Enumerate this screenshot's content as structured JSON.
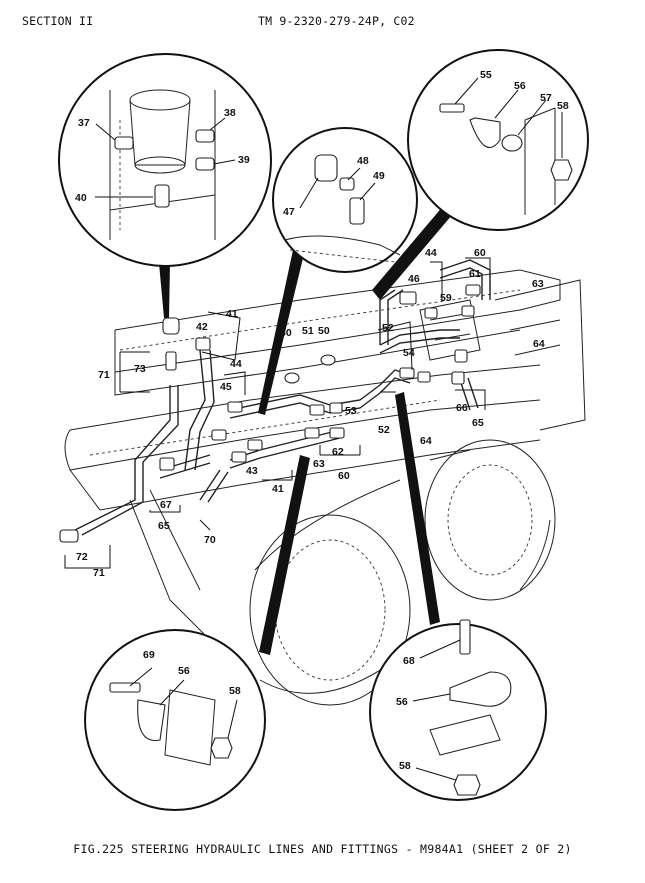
{
  "header": {
    "section": "SECTION II",
    "manual": "TM 9-2320-279-24P, C02"
  },
  "caption": "FIG.225 STEERING HYDRAULIC LINES AND FITTINGS - M984A1 (SHEET 2 OF 2)",
  "callouts": {
    "c37": "37",
    "c38": "38",
    "c39": "39",
    "c40": "40",
    "c47": "47",
    "c48": "48",
    "c49": "49",
    "c55": "55",
    "c56a": "56",
    "c57": "57",
    "c58a": "58",
    "c41a": "41",
    "c42": "42",
    "c71a": "71",
    "c73": "73",
    "c44a": "44",
    "c45": "45",
    "c50a": "50",
    "c51": "51",
    "c50b": "50",
    "c53": "53",
    "c52a": "52",
    "c54": "54",
    "c52b": "52",
    "c44b": "44",
    "c46": "46",
    "c60a": "60",
    "c61": "61",
    "c59": "59",
    "c63a": "63",
    "c64a": "64",
    "c66": "66",
    "c65a": "65",
    "c64b": "64",
    "c62": "62",
    "c63b": "63",
    "c60b": "60",
    "c43": "43",
    "c41b": "41",
    "c67": "67",
    "c65b": "65",
    "c70": "70",
    "c72": "72",
    "c71b": "71",
    "c69": "69",
    "c56b": "56",
    "c58b": "58",
    "c68": "68",
    "c56c": "56",
    "c58c": "58"
  }
}
